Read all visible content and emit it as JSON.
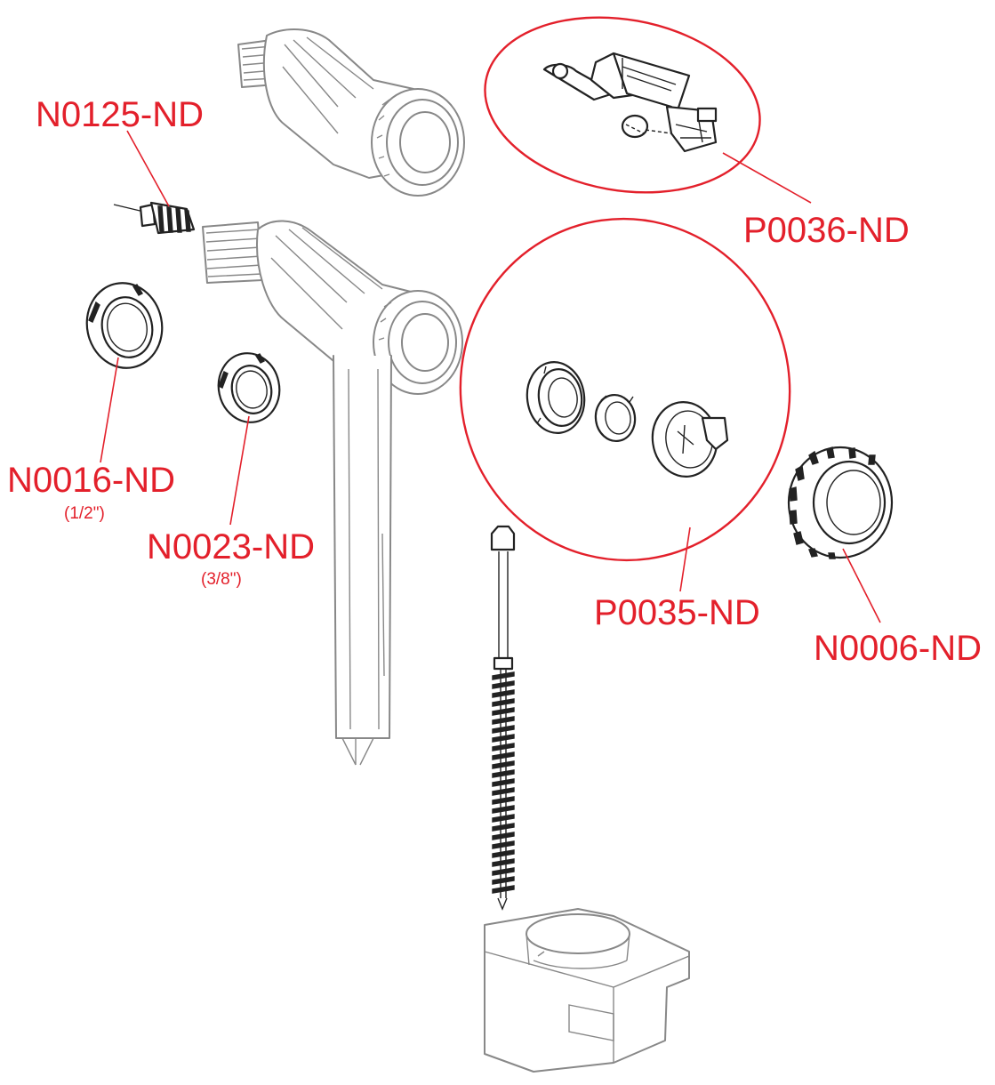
{
  "diagram": {
    "labels": {
      "n0125": "N0125-ND",
      "n0016": "N0016-ND",
      "n0016_size": "(1/2\")",
      "n0023": "N0023-ND",
      "n0023_size": "(3/8\")",
      "p0036": "P0036-ND",
      "p0035": "P0035-ND",
      "n0006": "N0006-ND"
    },
    "colors": {
      "label": "#e3202b",
      "outline_dark": "#222222",
      "outline_grey": "#888888",
      "background": "#ffffff"
    }
  }
}
